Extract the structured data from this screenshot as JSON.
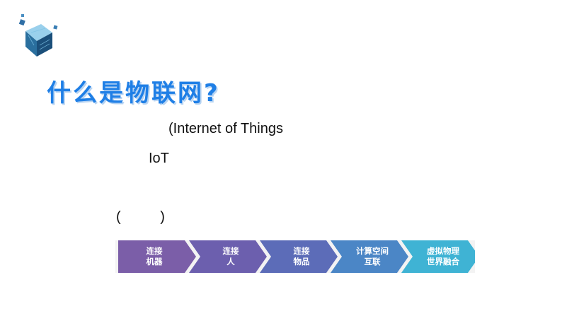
{
  "slide": {
    "title": "什么是物联网?",
    "line1": "(Internet of Things",
    "line2": "IoT",
    "line3": "(          )"
  },
  "flow": {
    "steps": [
      {
        "line1": "连接",
        "line2": "机器",
        "color": "#7b5ea8"
      },
      {
        "line1": "连接",
        "line2": "人",
        "color": "#6c5fae"
      },
      {
        "line1": "连接",
        "line2": "物品",
        "color": "#5c6cb8"
      },
      {
        "line1": "计算空间",
        "line2": "互联",
        "color": "#4b86c6"
      },
      {
        "line1": "虚拟物理",
        "line2": "世界融合",
        "color": "#3fb3d4"
      }
    ]
  },
  "colors": {
    "title": "#1f7fe6",
    "title_shadow": "#b8d4f2",
    "flow_background": "#f3f3f3"
  },
  "icons": {
    "logo": "data-cube-icon"
  }
}
